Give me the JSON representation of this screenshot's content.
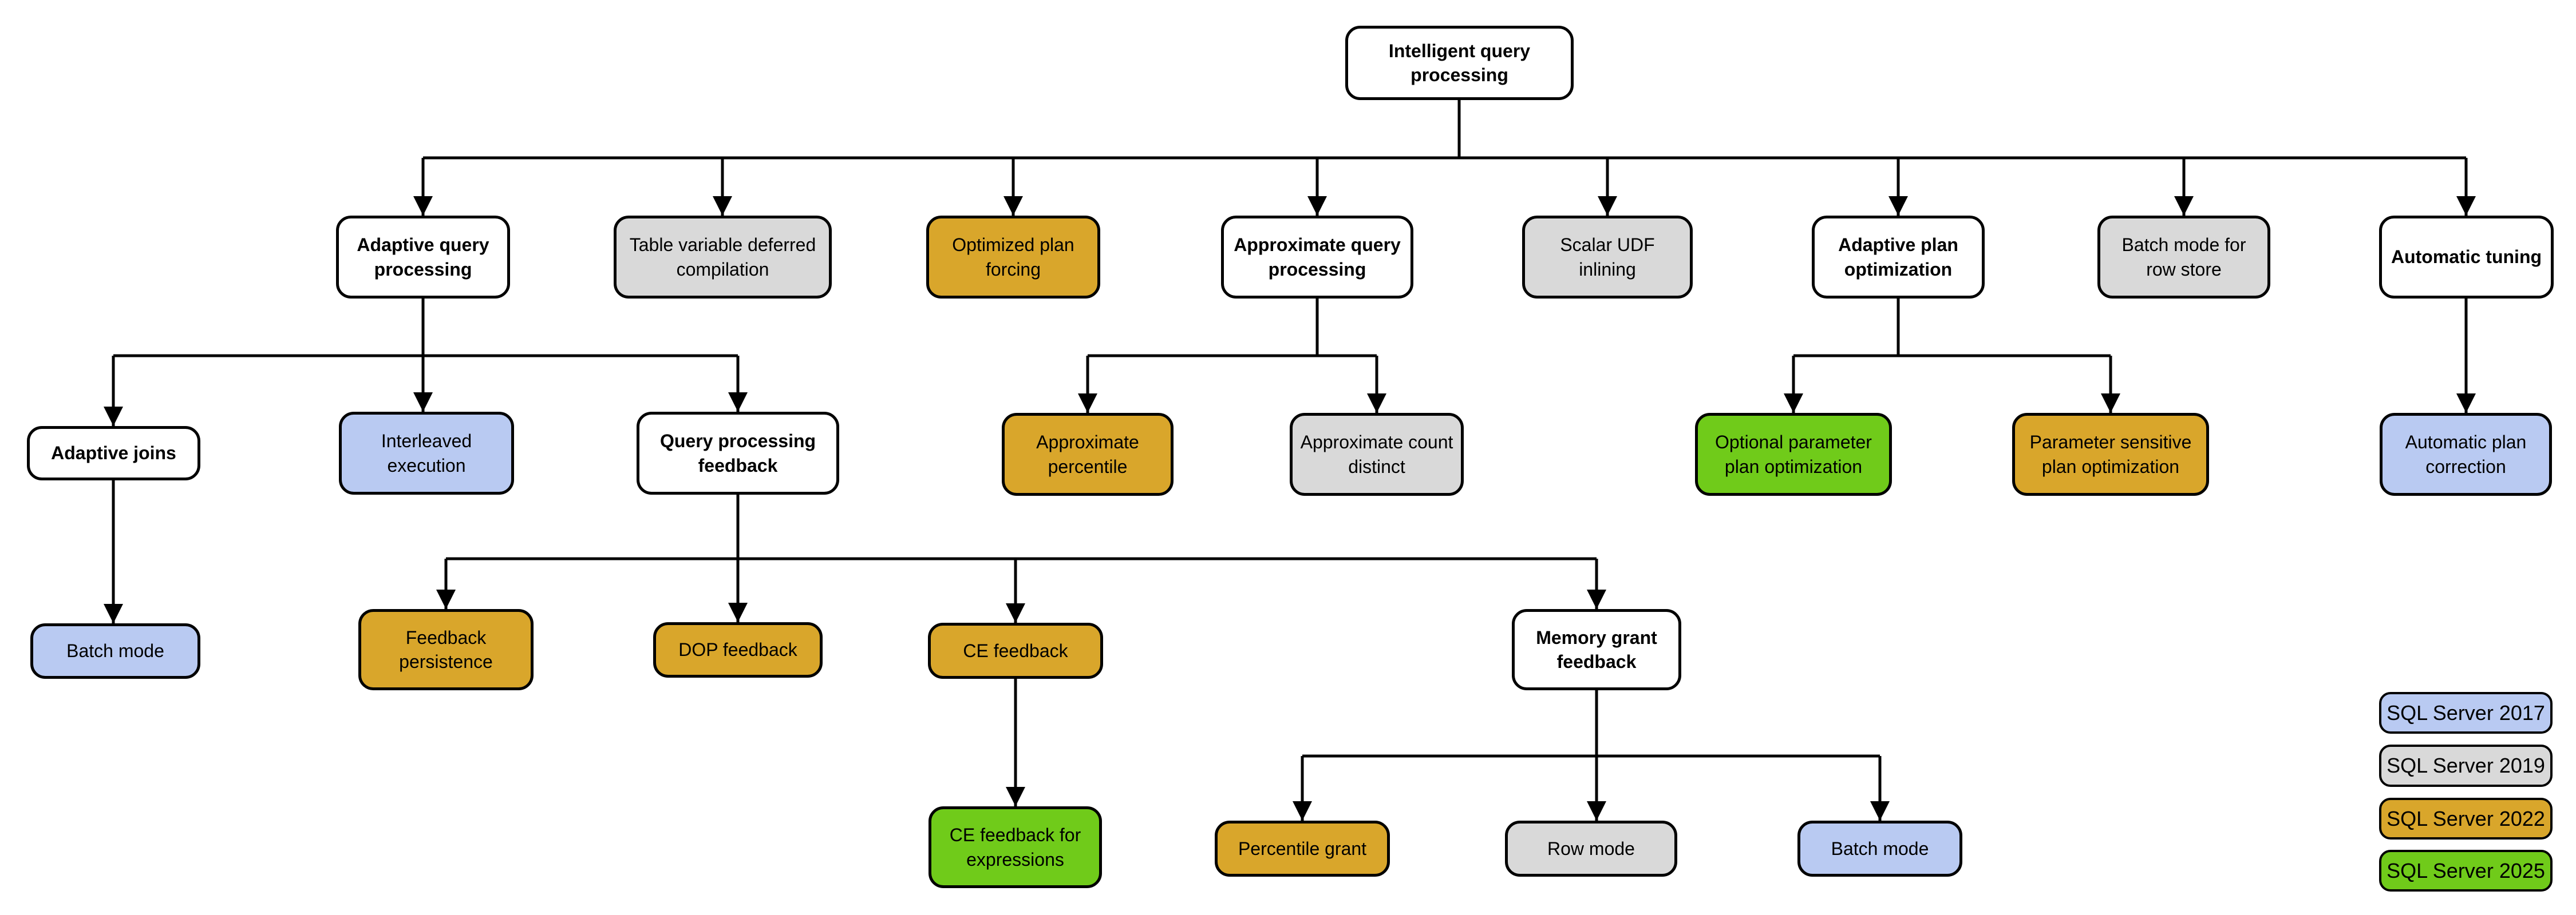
{
  "palette": {
    "white": "#ffffff",
    "blue": "#b9caf2",
    "gray": "#d9d9d9",
    "gold": "#d9a62b",
    "green": "#70cb1a",
    "line": "#000000"
  },
  "diagram": {
    "nodes": {
      "iqp": {
        "label": "Intelligent query processing",
        "category": "root",
        "color": "white"
      },
      "aqp": {
        "label": "Adaptive query processing",
        "color": "white"
      },
      "tvdc": {
        "label": "Table variable deferred compilation",
        "color": "gray"
      },
      "opf": {
        "label": "Optimized plan forcing",
        "color": "gold"
      },
      "apqp": {
        "label": "Approximate query processing",
        "color": "white"
      },
      "sudf": {
        "label": "Scalar UDF inlining",
        "color": "gray"
      },
      "apo": {
        "label": "Adaptive plan optimization",
        "color": "white"
      },
      "bmrs": {
        "label": "Batch mode for row store",
        "color": "gray"
      },
      "at": {
        "label": "Automatic tuning",
        "color": "white"
      },
      "aj": {
        "label": "Adaptive joins",
        "color": "white"
      },
      "ie": {
        "label": "Interleaved execution",
        "color": "blue"
      },
      "qpf": {
        "label": "Query processing feedback",
        "color": "white"
      },
      "ap": {
        "label": "Approximate percentile",
        "color": "gold"
      },
      "acd": {
        "label": "Approximate count distinct",
        "color": "gray"
      },
      "oppo": {
        "label": "Optional parameter plan optimization",
        "color": "green"
      },
      "pspo": {
        "label": "Parameter sensitive plan optimization",
        "color": "gold"
      },
      "apc": {
        "label": "Automatic plan correction",
        "color": "blue"
      },
      "bm_aj": {
        "label": "Batch mode",
        "color": "blue"
      },
      "fp": {
        "label": "Feedback persistence",
        "color": "gold"
      },
      "dop": {
        "label": "DOP feedback",
        "color": "gold"
      },
      "cef": {
        "label": "CE feedback",
        "color": "gold"
      },
      "mgf": {
        "label": "Memory grant feedback",
        "color": "white"
      },
      "cefe": {
        "label": "CE feedback for expressions",
        "color": "green"
      },
      "pg": {
        "label": "Percentile grant",
        "color": "gold"
      },
      "rm": {
        "label": "Row mode",
        "color": "gray"
      },
      "bm_mg": {
        "label": "Batch mode",
        "color": "blue"
      }
    }
  },
  "legend": {
    "items": [
      {
        "label": "SQL Server 2017",
        "color": "#b9caf2"
      },
      {
        "label": "SQL Server 2019",
        "color": "#d9d9d9"
      },
      {
        "label": "SQL Server 2022",
        "color": "#d9a62b"
      },
      {
        "label": "SQL Server 2025",
        "color": "#70cb1a"
      }
    ]
  }
}
